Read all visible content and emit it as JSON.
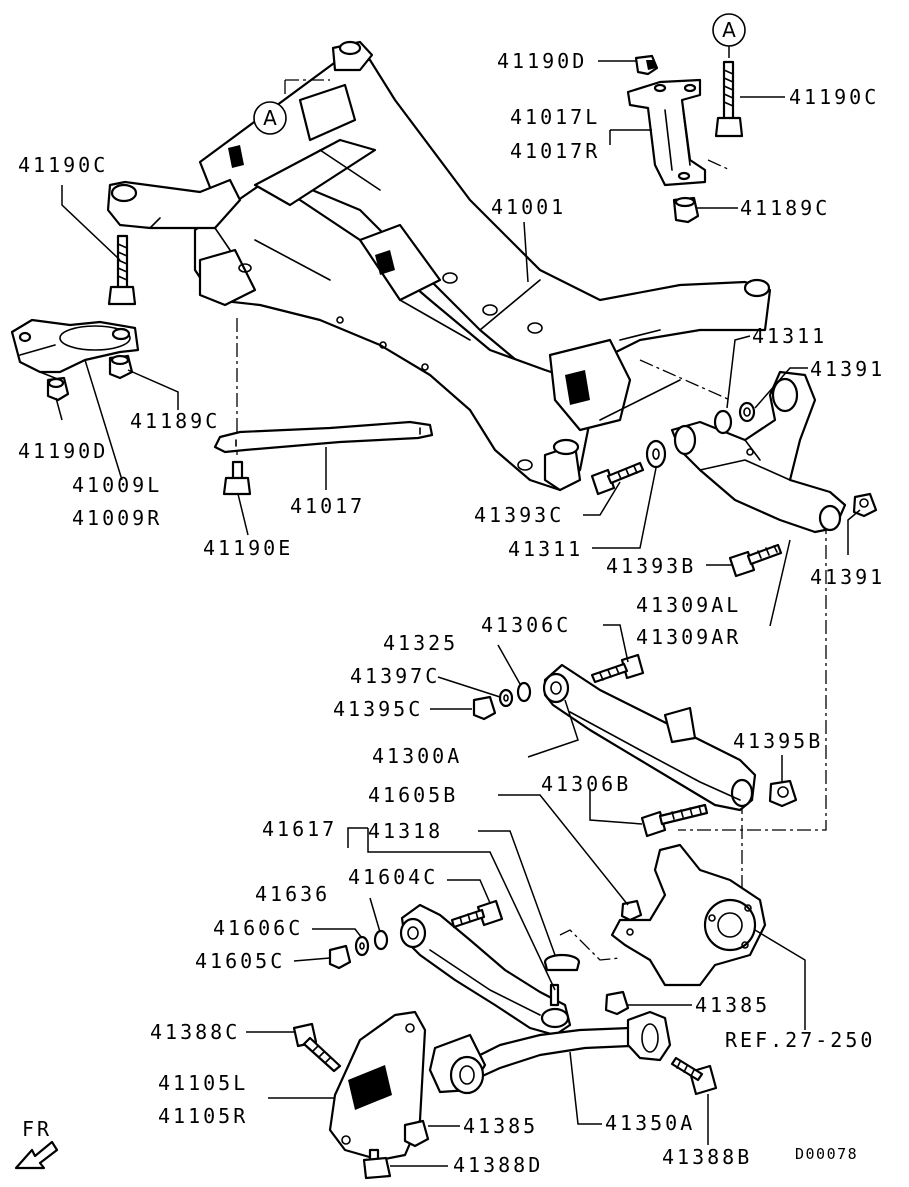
{
  "labels": {
    "p41190D_top": "41190D",
    "p41190C_right": "41190C",
    "p41017L": "41017L",
    "p41017R": "41017R",
    "p41189C_right": "41189C",
    "p41001": "41001",
    "p41190C_left": "41190C",
    "p41189C_left": "41189C",
    "p41190D_left": "41190D",
    "p41009L": "41009L",
    "p41009R": "41009R",
    "p41017": "41017",
    "p41190E": "41190E",
    "p41311_top": "41311",
    "p41391_top": "41391",
    "p41393C": "41393C",
    "p41311_mid": "41311",
    "p41393B": "41393B",
    "p41391_mid": "41391",
    "p41309AL": "41309AL",
    "p41309AR": "41309AR",
    "p41325": "41325",
    "p41306C": "41306C",
    "p41397C": "41397C",
    "p41395C": "41395C",
    "p41300A": "41300A",
    "p41395B": "41395B",
    "p41306B": "41306B",
    "p41605B": "41605B",
    "p41617": "41617",
    "p41318": "41318",
    "p41636": "41636",
    "p41604C": "41604C",
    "p41606C": "41606C",
    "p41605C": "41605C",
    "p41385_right": "41385",
    "ref": "REF.27-250",
    "p41388C": "41388C",
    "p41105L": "41105L",
    "p41105R": "41105R",
    "p41350A": "41350A",
    "p41385_bottom": "41385",
    "p41388B": "41388B",
    "p41388D": "41388D",
    "fr": "FR",
    "code": "D00078",
    "ref_marker": "A"
  }
}
